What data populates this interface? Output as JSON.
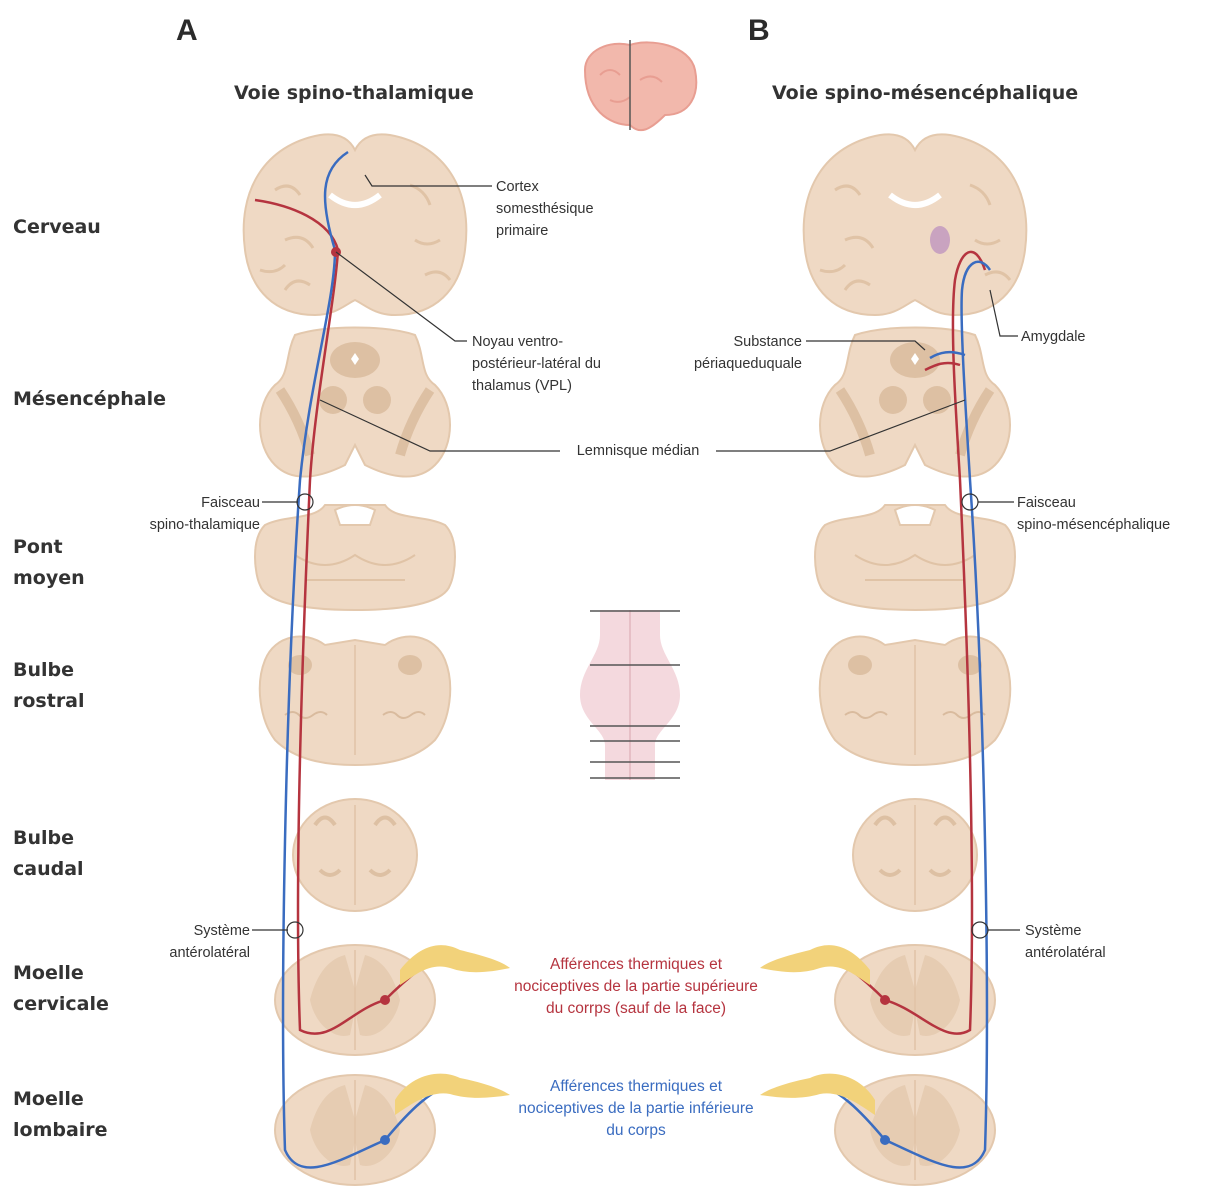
{
  "panels": [
    {
      "letter": "A",
      "title": "Voie spino-thalamique"
    },
    {
      "letter": "B",
      "title": "Voie spino-mésencéphalique"
    }
  ],
  "rows": [
    {
      "label": "Cerveau"
    },
    {
      "label": "Mésencéphale"
    },
    {
      "label": "Pont\nmoyen"
    },
    {
      "label": "Bulbe\nrostral"
    },
    {
      "label": "Bulbe\ncaudal"
    },
    {
      "label": "Moelle\ncervicale"
    },
    {
      "label": "Moelle\nlombaire"
    }
  ],
  "annotations": {
    "cortex": "Cortex\nsomesthésique\nprimaire",
    "vpl": "Noyau ventro-\npostérieur-latéral du\nthalamus (VPL)",
    "substance": "Substance\npériaqueduquale",
    "amygdale": "Amygdale",
    "lemnisque": "Lemnisque médian",
    "faisceau_a": "Faisceau\nspino-thalamique",
    "faisceau_b": "Faisceau\nspino-mésencéphalique",
    "systeme_a": "Système\nantérolatéral",
    "systeme_b": "Système\nantérolatéral"
  },
  "afferents": {
    "upper": {
      "text": "Afférences thermiques et\nnociceptives de la partie supérieure\ndu corrps (sauf de la face)",
      "color": "#b5343f"
    },
    "lower": {
      "text": "Afférences thermiques et\nnociceptives de la partie inférieure\ndu corps",
      "color": "#3a6cc0"
    }
  },
  "colors": {
    "tissue": "#efd9c4",
    "tissue_dark": "#ddc0a3",
    "red_pathway": "#b5343f",
    "blue_pathway": "#3a6cc0",
    "ganglion": "#f2d27a"
  }
}
